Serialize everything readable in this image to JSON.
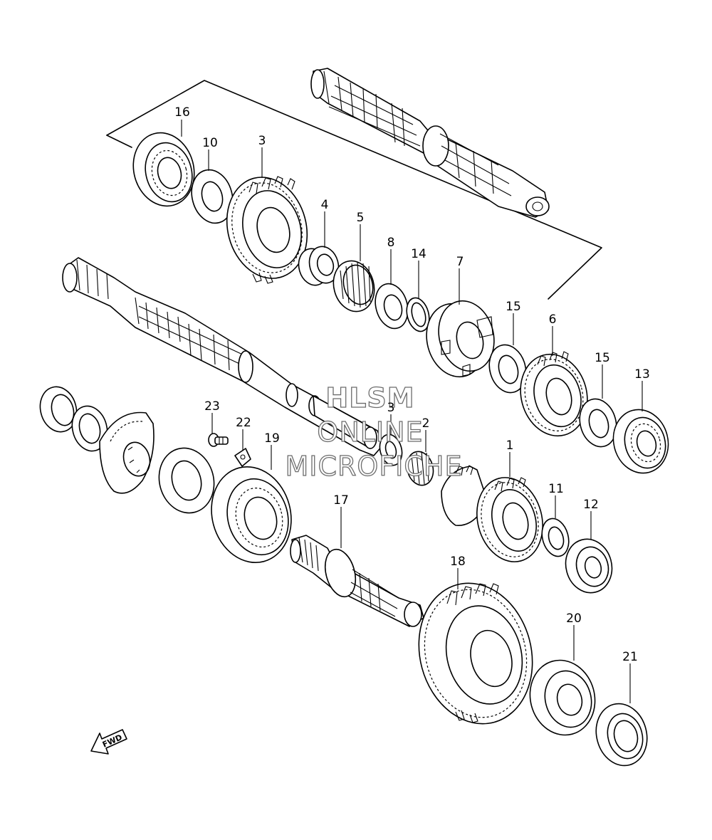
{
  "watermark": {
    "line1": "HLSM",
    "line2": "ONLINE",
    "line3": "MICROFICHE"
  },
  "direction_indicator": {
    "label": "FWD",
    "icon": "fwd-arrow-icon"
  },
  "callouts": [
    {
      "id": "16",
      "label": "16"
    },
    {
      "id": "10",
      "label": "10"
    },
    {
      "id": "3a",
      "label": "3"
    },
    {
      "id": "4",
      "label": "4"
    },
    {
      "id": "5",
      "label": "5"
    },
    {
      "id": "8",
      "label": "8"
    },
    {
      "id": "14",
      "label": "14"
    },
    {
      "id": "7",
      "label": "7"
    },
    {
      "id": "15a",
      "label": "15"
    },
    {
      "id": "6",
      "label": "6"
    },
    {
      "id": "15b",
      "label": "15"
    },
    {
      "id": "13",
      "label": "13"
    },
    {
      "id": "23",
      "label": "23"
    },
    {
      "id": "22",
      "label": "22"
    },
    {
      "id": "19",
      "label": "19"
    },
    {
      "id": "3b",
      "label": "3"
    },
    {
      "id": "2",
      "label": "2"
    },
    {
      "id": "1",
      "label": "1"
    },
    {
      "id": "11",
      "label": "11"
    },
    {
      "id": "12",
      "label": "12"
    },
    {
      "id": "17",
      "label": "17"
    },
    {
      "id": "18",
      "label": "18"
    },
    {
      "id": "20",
      "label": "20"
    },
    {
      "id": "21",
      "label": "21"
    }
  ]
}
